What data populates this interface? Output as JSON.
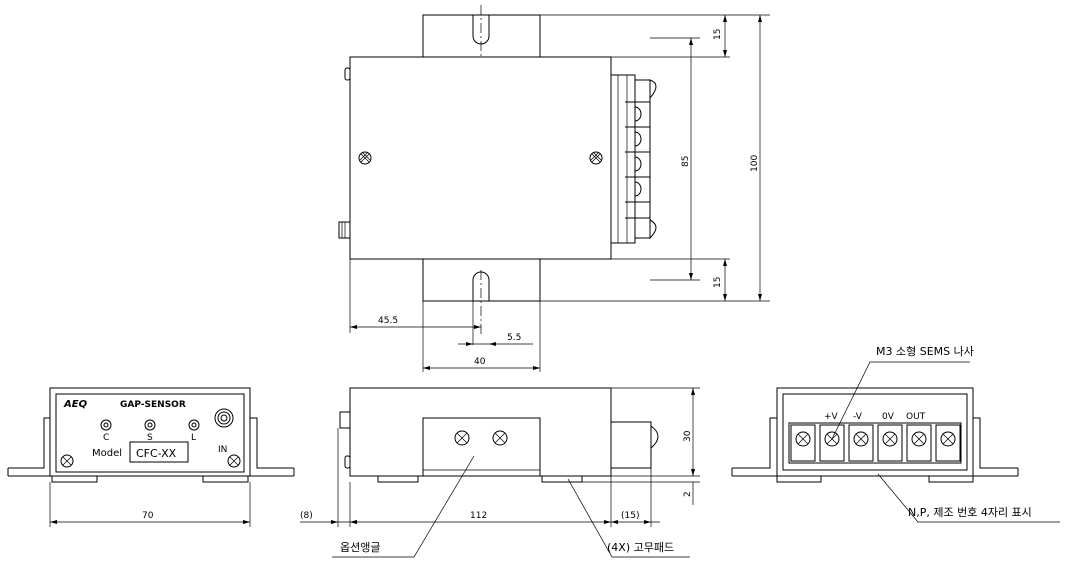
{
  "dimensions": {
    "top_15": "15",
    "bottom_15": "15",
    "height_85": "85",
    "height_100": "100",
    "width_45_5": "45.5",
    "width_5_5": "5.5",
    "width_40": "40",
    "side_30": "30",
    "side_2": "2",
    "front_70": "70",
    "side_8": "(8)",
    "side_112": "112",
    "side_15": "(15)"
  },
  "front_panel": {
    "brand": "AEQ",
    "title": "GAP-SENSOR",
    "knob_c": "C",
    "knob_s": "S",
    "knob_l": "L",
    "in_label": "IN",
    "model_label": "Model",
    "model_value": "CFC-XX"
  },
  "terminals": {
    "plus_v": "+V",
    "minus_v": "-V",
    "zero_v": "0V",
    "out": "OUT"
  },
  "callouts": {
    "m3_screw": "M3 소형 SEMS 나사",
    "nameplate": "N,P, 제조 번호 4자리 표시",
    "option_angle": "옵션앵글",
    "rubber_pad": "(4X) 고무패드"
  }
}
